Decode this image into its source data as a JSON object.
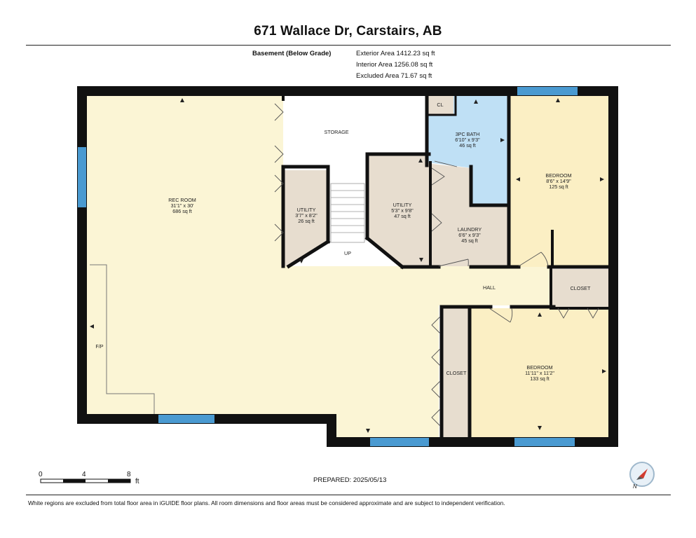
{
  "header": {
    "title": "671 Wallace Dr, Carstairs, AB",
    "floor_label": "Basement (Below Grade)",
    "areas": [
      "Exterior Area 1412.23 sq ft",
      "Interior Area 1256.08 sq ft",
      "Excluded Area 71.67 sq ft"
    ]
  },
  "rooms": {
    "rec_room": {
      "name": "REC ROOM",
      "dims": "31'1\" x 30'",
      "area": "686 sq ft"
    },
    "storage": {
      "name": "STORAGE"
    },
    "closet_cl": {
      "name": "CL"
    },
    "bath": {
      "name": "3PC BATH",
      "dims": "6'10\" x 9'3\"",
      "area": "46 sq ft"
    },
    "bedroom_top": {
      "name": "BEDROOM",
      "dims": "8'6\" x 14'9\"",
      "area": "125 sq ft"
    },
    "utility_small": {
      "name": "UTILITY",
      "dims": "3'7\" x 8'2\"",
      "area": "26 sq ft"
    },
    "utility_large": {
      "name": "UTILITY",
      "dims": "5'3\" x 9'8\"",
      "area": "47 sq ft"
    },
    "laundry": {
      "name": "LAUNDRY",
      "dims": "6'6\" x 9'3\"",
      "area": "45 sq ft"
    },
    "stairs": {
      "name": "UP"
    },
    "hall": {
      "name": "HALL"
    },
    "closet_hall": {
      "name": "CLOSET"
    },
    "fireplace": {
      "name": "F/P"
    },
    "closet_left": {
      "name": "CLOSET"
    },
    "bedroom_bottom": {
      "name": "BEDROOM",
      "dims": "11'11\" x 11'2\"",
      "area": "133 sq ft"
    }
  },
  "scale": {
    "labels": [
      "0",
      "4",
      "8"
    ],
    "unit": "ft"
  },
  "prepared": "PREPARED: 2025/05/13",
  "compass": {
    "letter": "N"
  },
  "footnote": "White regions are excluded from total floor area in iGUIDE floor plans. All room dimensions and floor areas must be considered approximate and are subject to independent verification.",
  "colors": {
    "wall": "#111111",
    "rec_room": "#fbf5d5",
    "bath": "#bfe0f5",
    "bedroom": "#fbefc4",
    "utility": "#e7ddcf",
    "window": "#4a9ad1",
    "excluded": "#ffffff"
  }
}
